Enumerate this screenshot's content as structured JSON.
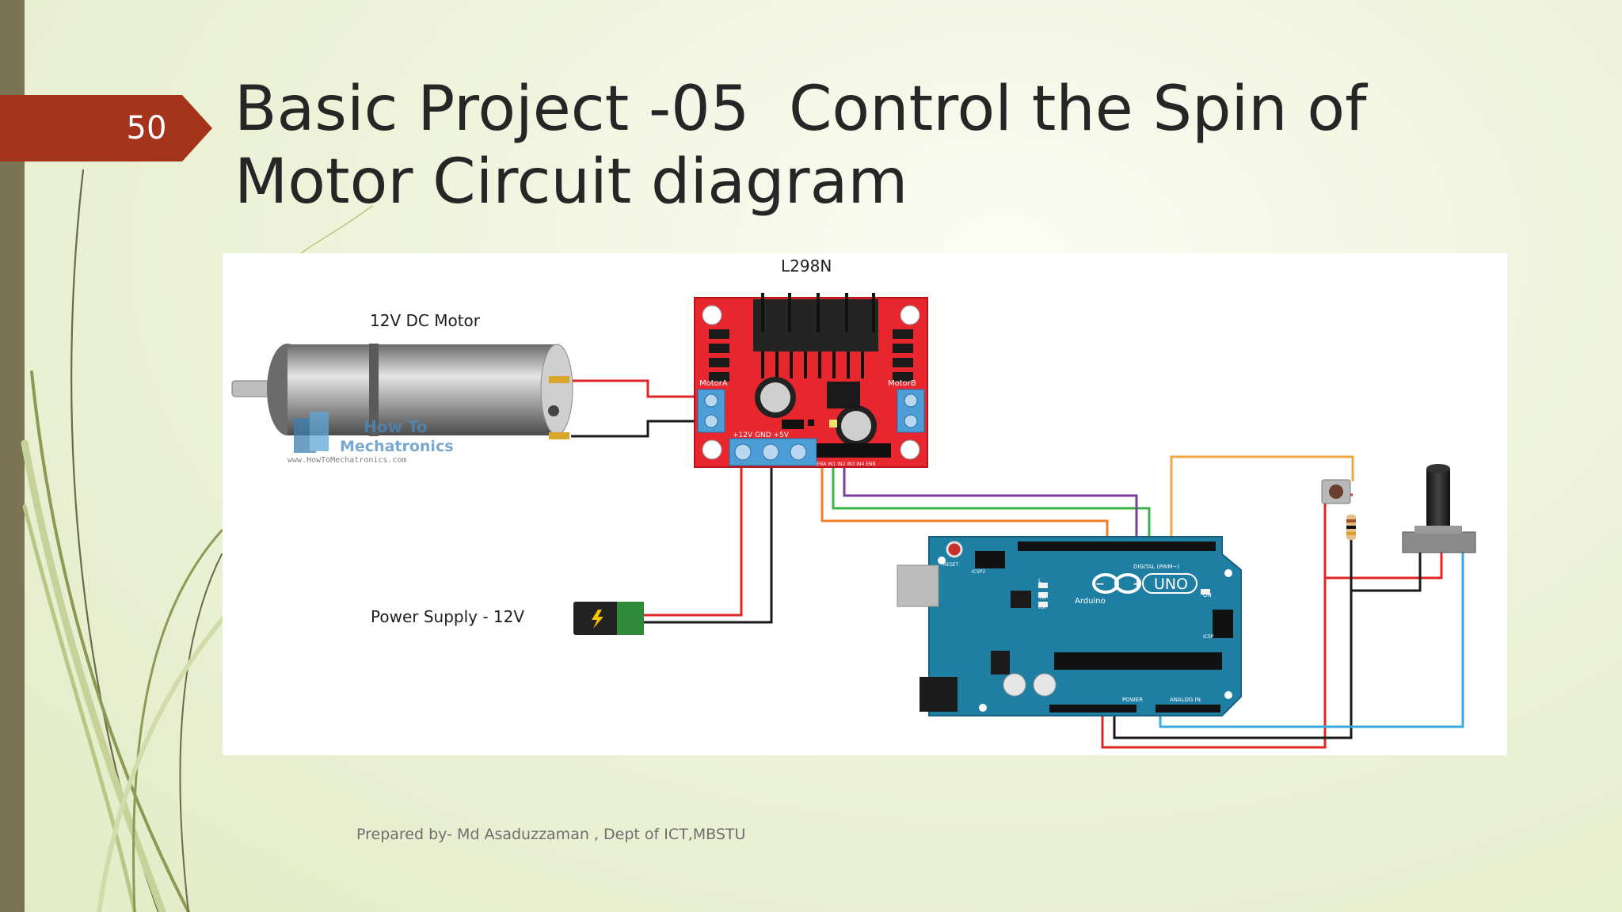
{
  "slide": {
    "number": "50",
    "title_line1": "Basic Project -05  Control the Spin of",
    "title_line2": "Motor Circuit diagram",
    "footer": "Prepared by- Md Asaduzzaman , Dept of ICT,MBSTU"
  },
  "diagram": {
    "driver_label": "L298N",
    "motor_label": "12V DC Motor",
    "power_label": "Power Supply - 12V",
    "watermark_line1": "How To",
    "watermark_line2": "Mechatronics",
    "watermark_url": "www.HowToMechatronics.com",
    "driver_motor_a": "MotorA",
    "driver_motor_b": "MotorB",
    "driver_power_pins": "+12V  GND  +5V",
    "driver_control_pins": "ENA IN1 IN2 IN3 IN4 ENB",
    "arduino_brand": "Arduino",
    "arduino_model": "UNO",
    "arduino_digital": "DIGITAL (PWM~)",
    "arduino_power": "POWER",
    "arduino_analog": "ANALOG IN",
    "arduino_reset": "RESET",
    "arduino_icsp": "ICSP2",
    "arduino_tx": "TX",
    "arduino_rx": "RX",
    "arduino_on": "ON",
    "arduino_icsp2": "ICSP",
    "arduino_l": "L"
  },
  "colors": {
    "accent": "#a5321a",
    "sidebar": "#7a7454",
    "driver_board": "#e8262d",
    "arduino_board": "#1f7fa3"
  }
}
